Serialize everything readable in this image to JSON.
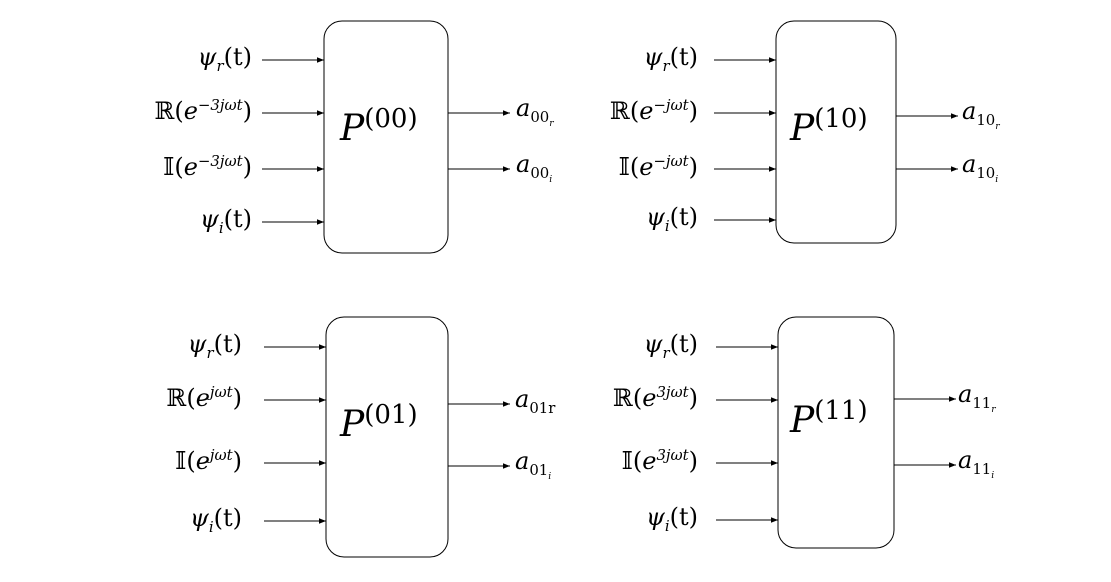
{
  "blocks": [
    {
      "label": "P",
      "superscript": "(00)",
      "inputs": [
        {
          "fn": "",
          "arg": "ψ",
          "argsub": "r",
          "post": "(t)",
          "sup": ""
        },
        {
          "fn": "ℝ(",
          "arg": "e",
          "argsub": "",
          "post": ")",
          "sup": "−3jωt"
        },
        {
          "fn": "𝕀(",
          "arg": "e",
          "argsub": "",
          "post": ")",
          "sup": "−3jωt"
        },
        {
          "fn": "",
          "arg": "ψ",
          "argsub": "i",
          "post": "(t)",
          "sup": ""
        }
      ],
      "outputs": [
        {
          "base": "a",
          "sub": "00",
          "subsub": "r"
        },
        {
          "base": "a",
          "sub": "00",
          "subsub": "i"
        }
      ]
    },
    {
      "label": "P",
      "superscript": "(10)",
      "inputs": [
        {
          "fn": "",
          "arg": "ψ",
          "argsub": "r",
          "post": "(t)",
          "sup": ""
        },
        {
          "fn": "ℝ(",
          "arg": "e",
          "argsub": "",
          "post": ")",
          "sup": "−jωt"
        },
        {
          "fn": "𝕀(",
          "arg": "e",
          "argsub": "",
          "post": ")",
          "sup": "−jωt"
        },
        {
          "fn": "",
          "arg": "ψ",
          "argsub": "i",
          "post": "(t)",
          "sup": ""
        }
      ],
      "outputs": [
        {
          "base": "a",
          "sub": "10",
          "subsub": "r"
        },
        {
          "base": "a",
          "sub": "10",
          "subsub": "i"
        }
      ]
    },
    {
      "label": "P",
      "superscript": "(01)",
      "inputs": [
        {
          "fn": "",
          "arg": "ψ",
          "argsub": "r",
          "post": "(t)",
          "sup": ""
        },
        {
          "fn": "ℝ(",
          "arg": "e",
          "argsub": "",
          "post": ")",
          "sup": "jωt"
        },
        {
          "fn": "𝕀(",
          "arg": "e",
          "argsub": "",
          "post": ")",
          "sup": "jωt"
        },
        {
          "fn": "",
          "arg": "ψ",
          "argsub": "i",
          "post": "(t)",
          "sup": ""
        }
      ],
      "outputs": [
        {
          "base": "a",
          "sub": "01r",
          "subsub": ""
        },
        {
          "base": "a",
          "sub": "01",
          "subsub": "i"
        }
      ]
    },
    {
      "label": "P",
      "superscript": "(11)",
      "inputs": [
        {
          "fn": "",
          "arg": "ψ",
          "argsub": "r",
          "post": "(t)",
          "sup": ""
        },
        {
          "fn": "ℝ(",
          "arg": "e",
          "argsub": "",
          "post": ")",
          "sup": "3jωt"
        },
        {
          "fn": "𝕀(",
          "arg": "e",
          "argsub": "",
          "post": ")",
          "sup": "3jωt"
        },
        {
          "fn": "",
          "arg": "ψ",
          "argsub": "i",
          "post": "(t)",
          "sup": ""
        }
      ],
      "outputs": [
        {
          "base": "a",
          "sub": "11",
          "subsub": "r"
        },
        {
          "base": "a",
          "sub": "11",
          "subsub": "i"
        }
      ]
    }
  ]
}
